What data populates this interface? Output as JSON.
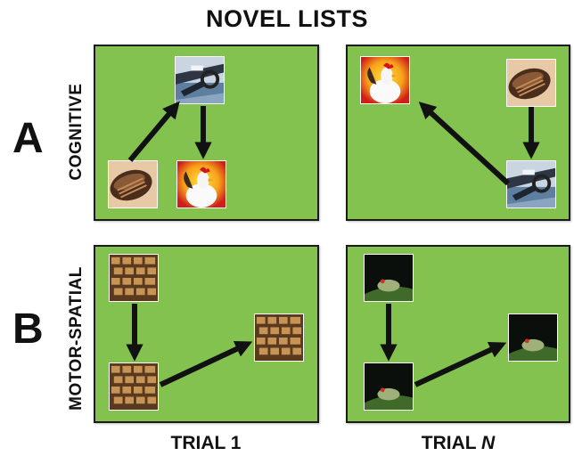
{
  "title": "NOVEL LISTS",
  "rows": [
    {
      "letter": "A",
      "label": "COGNITIVE"
    },
    {
      "letter": "B",
      "label": "MOTOR-SPATIAL"
    }
  ],
  "columns": [
    {
      "label_prefix": "TRIAL ",
      "label_emph": "1"
    },
    {
      "label_prefix": "TRIAL ",
      "label_emph": "N"
    }
  ],
  "colors": {
    "panel_green": "#83c24f",
    "arrow": "#111111"
  },
  "images": [
    "ocarina",
    "bike-parts",
    "rooster",
    "keyboard",
    "frog"
  ]
}
